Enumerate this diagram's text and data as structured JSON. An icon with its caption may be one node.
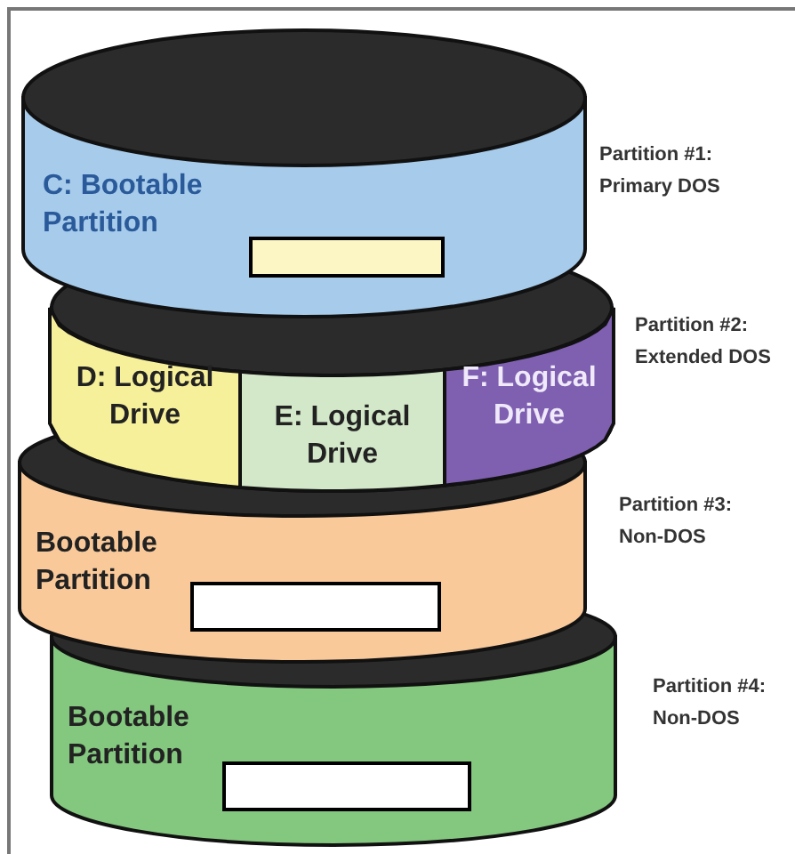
{
  "diagram": {
    "nodes": [
      {
        "text": [
          "C: Bootable Partition"
        ],
        "beside": [
          "Partition #1: Primary DOS"
        ]
      },
      {
        "text": [],
        "shape": "box",
        "in": 0
      },
      {
        "text": [],
        "shape": "cylinder",
        "beside": [
          "Partition #2: Extended DOS"
        ]
      },
      {
        "text": [
          "D: Logical Drive"
        ],
        "in": 2
      },
      {
        "text": [
          "E: Logical Drive"
        ],
        "in": 2
      },
      {
        "text": [
          "F: Logical Drive"
        ],
        "in": 2
      },
      {
        "text": [
          "Bootable Partition"
        ]
      },
      {
        "text": [],
        "shape": "box",
        "in": 6
      },
      {
        "text": [
          "Bootable Partition"
        ],
        "beside": [
          "Partition #4: Non-DOS"
        ]
      },
      {
        "text": [],
        "shape": "box",
        "in": 8
      }
    ],
    "labels": [
      "Partition #3: Non-DOS"
    ]
  }
}
